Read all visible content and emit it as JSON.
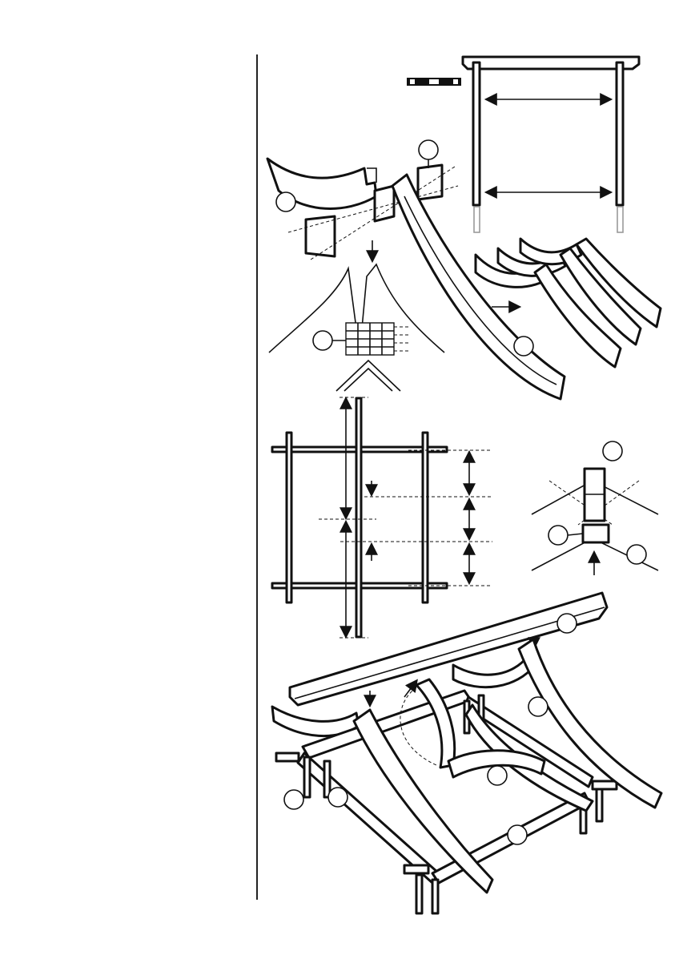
{
  "figure": {
    "panels": [
      "pergola-frame-panel",
      "arch-bracket-assembly-panel",
      "arch-stack-panel",
      "rafter-spacing-plan-panel",
      "peak-joint-detail-panel",
      "roof-assembly-panel"
    ],
    "icons": {
      "level": "spirit-level-icon",
      "arrow": "direction-arrow-icon",
      "callout": "part-callout-circle"
    },
    "colors": {
      "line": "#111111",
      "ghost_post": "#999999",
      "background": "#ffffff"
    }
  }
}
